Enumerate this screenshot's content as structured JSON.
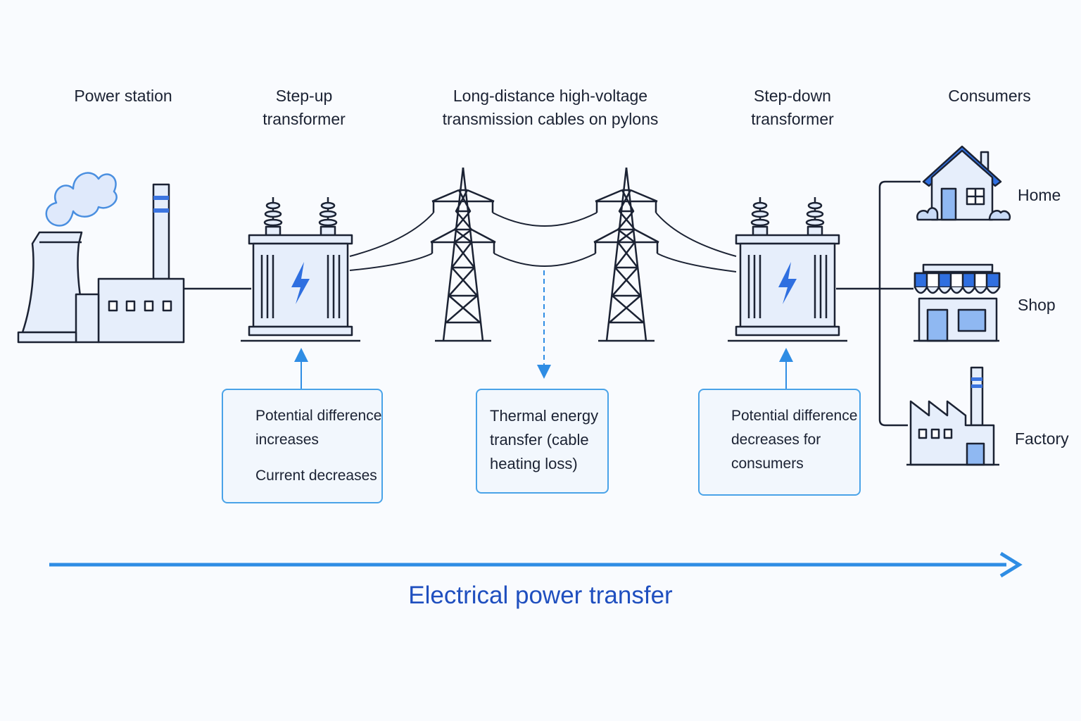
{
  "stages": {
    "power_station": [
      "Power station"
    ],
    "step_up": [
      "Step-up",
      "transformer"
    ],
    "transmission": [
      "Long-distance high-voltage",
      "transmission cables on pylons"
    ],
    "step_down": [
      "Step-down",
      "transformer"
    ],
    "consumers": [
      "Consumers"
    ]
  },
  "consumers": {
    "home": "Home",
    "shop": "Shop",
    "factory": "Factory"
  },
  "notes": {
    "step_up": {
      "line1": [
        "Potential difference",
        "increases"
      ],
      "line2": "Current decreases"
    },
    "thermal": [
      "Thermal energy",
      "transfer (cable",
      "heating loss)"
    ],
    "step_down": [
      "Potential difference",
      "decreases for",
      "consumers"
    ]
  },
  "flow_label": "Electrical power transfer",
  "icons": [
    "cooling-tower-icon",
    "smoke-cloud-icon",
    "chimney-icon",
    "factory-building-icon",
    "transformer-icon",
    "lightning-bolt-icon",
    "pylon-icon",
    "house-icon",
    "shop-icon",
    "factory-icon",
    "arrow-up-icon",
    "arrow-down-icon"
  ],
  "colors": {
    "accent": "#2f8de4",
    "dark_blue": "#1f4fbf",
    "line": "#1b2233",
    "fill": "#e6eefb"
  }
}
